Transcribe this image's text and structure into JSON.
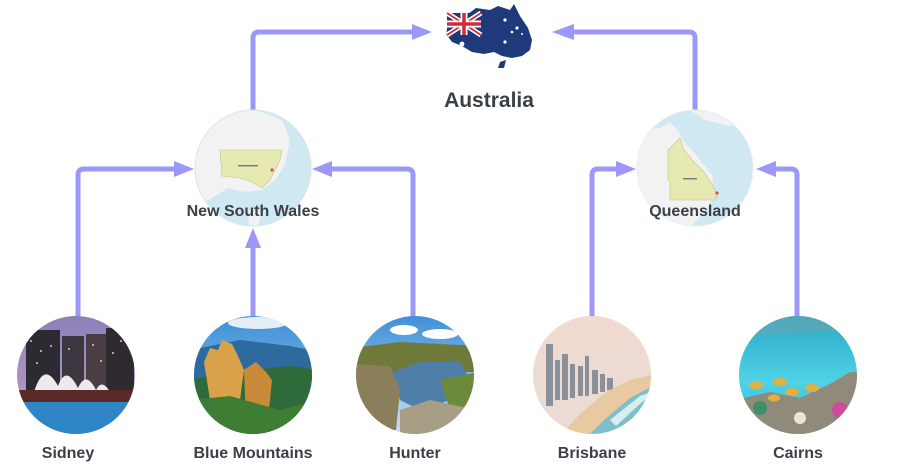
{
  "diagram": {
    "root": {
      "label": "Australia",
      "icon": "australia-flag-map-icon"
    },
    "states": [
      {
        "label": "New South Wales",
        "icon": "nsw-map-icon"
      },
      {
        "label": "Queensland",
        "icon": "queensland-map-icon"
      }
    ],
    "places": [
      {
        "label": "Sidney",
        "state": "New South Wales",
        "image": "sydney-opera-house-photo"
      },
      {
        "label": "Blue Mountains",
        "state": "New South Wales",
        "image": "three-sisters-photo"
      },
      {
        "label": "Hunter",
        "state": "New South Wales",
        "image": "hunter-valley-river-photo"
      },
      {
        "label": "Brisbane",
        "state": "Queensland",
        "image": "gold-coast-skyline-photo"
      },
      {
        "label": "Cairns",
        "state": "Queensland",
        "image": "great-barrier-reef-photo"
      }
    ],
    "colors": {
      "arrow": "#9b98fa",
      "label_text": "#3a3f48",
      "map_ocean": "#cfe8f1",
      "map_land": "#f1f1f1",
      "map_state": "#e6eab2",
      "flag_blue": "#1f3a7a",
      "flag_red": "#d42b3a"
    }
  }
}
